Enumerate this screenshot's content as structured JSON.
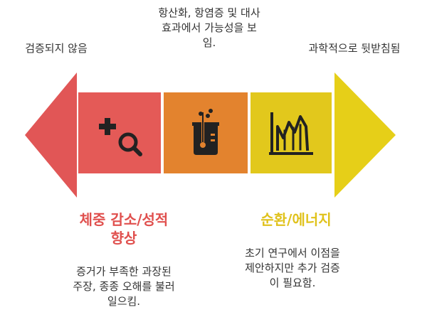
{
  "left_end_label": "검증되지 않음",
  "right_end_label": "과학적으로 뒷받침됨",
  "top_middle_label": "항산화, 항염증 및 대사\n효과에서 가능성을 보\n임.",
  "left_heading": "체중 감소/성적\n향상",
  "left_description": "증거가 부족한 과장된\n주장, 종종 오해를 불러\n일으킴.",
  "right_heading": "순환/에너지",
  "right_description": "초기 연구에서 이점을\n제안하지만 추가 검증\n이 필요함.",
  "colors": {
    "left_arrow": "#e15656",
    "left_box": "#e45a57",
    "middle_box": "#e3832e",
    "right_box": "#e2c81c",
    "right_arrow": "#e6cf18",
    "left_heading": "#e0504e",
    "right_heading": "#e0c21c"
  },
  "icons": [
    "medical-search-icon",
    "lab-beaker-icon",
    "growth-chart-icon"
  ]
}
